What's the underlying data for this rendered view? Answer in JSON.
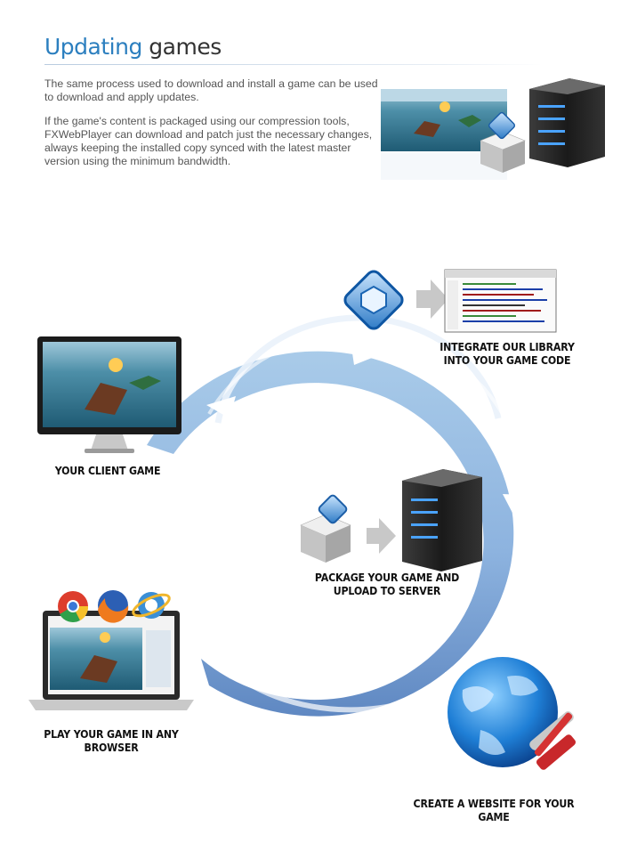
{
  "header": {
    "title_word1": "Updating",
    "title_word2": "games"
  },
  "intro": {
    "paragraph1": "The same process used to download and install a game can be used to download and apply updates.",
    "paragraph2": "If the game's content is packaged using our compression tools, FXWebPlayer can download and patch just the necessary changes, always keeping the installed copy synced with the latest master version using the minimum bandwidth."
  },
  "diagram": {
    "steps": {
      "integrate": {
        "line1": "INTEGRATE OUR LIBRARY",
        "line2": "INTO YOUR GAME CODE"
      },
      "client": {
        "line1": "YOUR CLIENT GAME"
      },
      "package": {
        "line1": "PACKAGE YOUR GAME AND",
        "line2": "UPLOAD TO SERVER"
      },
      "browser": {
        "line1": "PLAY YOUR GAME IN ANY BROWSER"
      },
      "website": {
        "line1": "CREATE A WEBSITE FOR YOUR GAME"
      }
    }
  },
  "colors": {
    "accent_blue": "#2c7fbf",
    "ring_light": "#a9cbe9",
    "ring_dark": "#5f88c2"
  },
  "icons": [
    "game-screenshot",
    "server-icon",
    "package-box-icon",
    "library-cube-icon",
    "code-editor-icon",
    "monitor-icon",
    "laptop-icon",
    "chrome-icon",
    "firefox-icon",
    "ie-icon",
    "globe-icon",
    "wrench-screwdriver-icon",
    "arrow-right-icon"
  ]
}
